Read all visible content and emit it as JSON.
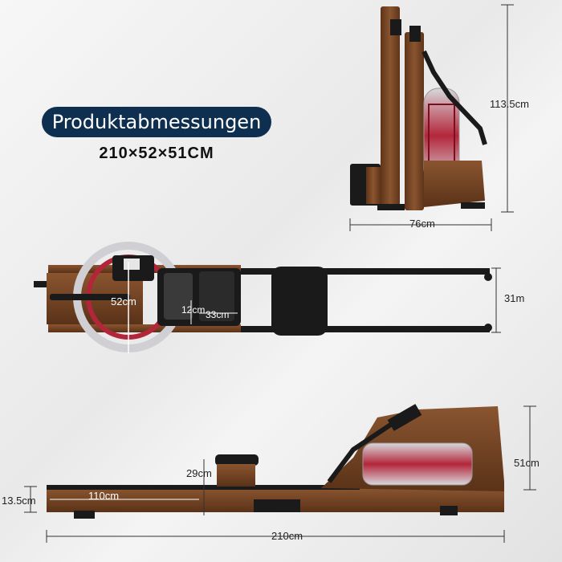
{
  "heading": "Produktabmessungen",
  "overall_dimensions": "210×52×51CM",
  "colors": {
    "pill": "#0f2f50",
    "wood": "#7a4a2a",
    "wood_dark": "#5a3218",
    "frame": "#1a1a1a",
    "tank_red": "#b3263a"
  },
  "side_view": {
    "height_label": "113.5cm",
    "depth_label": "76cm"
  },
  "top_view": {
    "tank_width_label": "52cm",
    "rail_width_label": "31m",
    "footrest_height_label": "12cm",
    "footrest_length_label": "33cm"
  },
  "front_view": {
    "height_label": "51cm",
    "base_label": "13.5cm",
    "seat_label": "29cm",
    "seat_travel_label": "110cm",
    "length_label": "210cm"
  }
}
